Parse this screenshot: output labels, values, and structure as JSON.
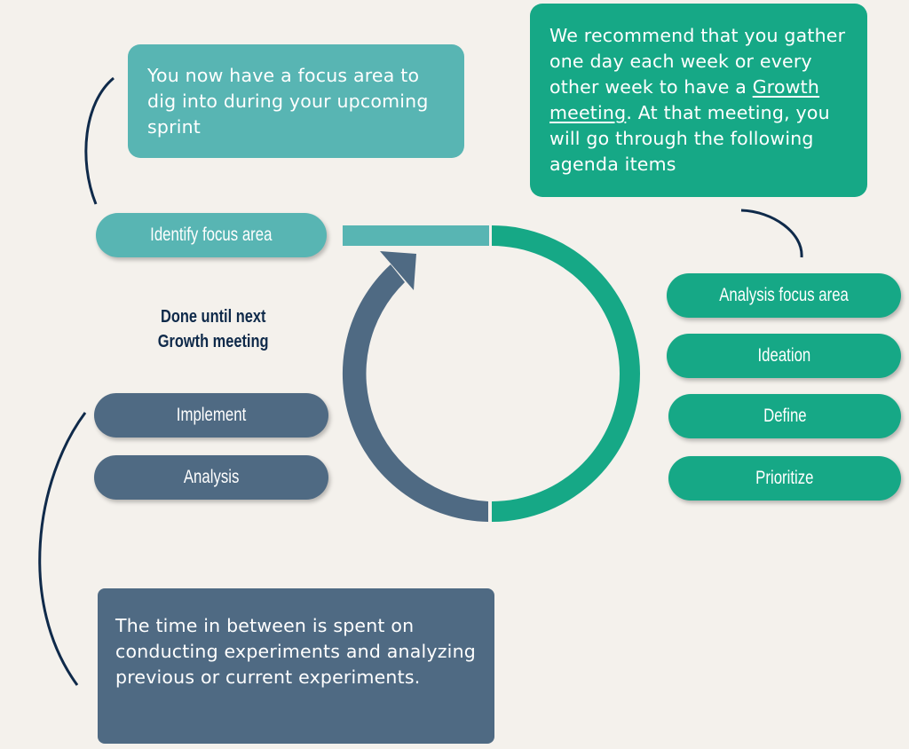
{
  "callouts": {
    "focus": "You now have a focus area to dig into during your upcoming sprint",
    "recommend_before": "We recommend that you gather one day each week or every other week to have a ",
    "recommend_link": "Growth meeting",
    "recommend_after": ". At that meeting, you will go through the following agenda items",
    "between": "The time in between is spent on conducting experiments and analyzing previous or current experiments."
  },
  "steps": {
    "identify": "Identify focus area",
    "done_line1": "Done until next",
    "done_line2": "Growth meeting",
    "implement": "Implement",
    "analysis": "Analysis"
  },
  "agenda": [
    "Analysis focus area",
    "Ideation",
    "Define",
    "Prioritize"
  ],
  "colors": {
    "teal": "#58b5b3",
    "green": "#16a886",
    "slate": "#4f6a83",
    "navy": "#0f2a4a",
    "background": "#f4f1ec"
  }
}
